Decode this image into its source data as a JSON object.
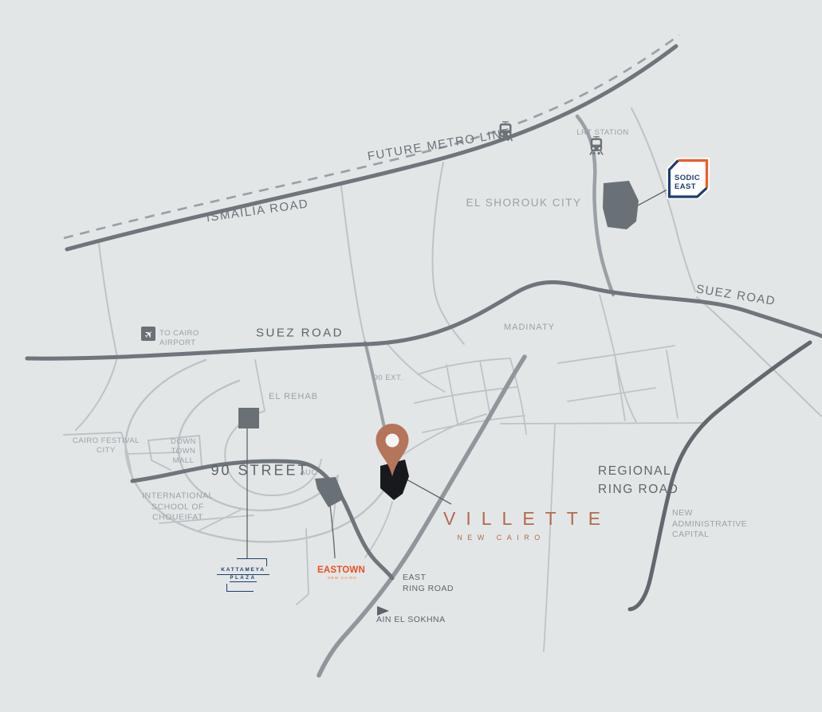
{
  "title": "Villette New Cairo location map",
  "colors": {
    "background": "#e3e6e7",
    "road_dark": "#6e757b",
    "road_medium": "#9aa1a6",
    "road_light": "#bdc3c6",
    "railway_dash": "#99a1a7",
    "regional_ring_road": "#61686e",
    "label_light": "#9aa1a7",
    "label_dark": "#5d646a",
    "brand_copper": "#b26a4f",
    "pin_copper": "#b5755b",
    "brand_navy": "#1e3e6e",
    "brand_orange": "#f15a24",
    "eastown_orange": "#e8511e",
    "site_gray": "#6a7176",
    "site_black": "#17191c"
  },
  "labels": {
    "future_metro_line": "FUTURE METRO LINE",
    "ismailia_road": "ISMAILIA ROAD",
    "lrt_station": "LRT STATION",
    "el_shorouk_city": "EL SHOROUK CITY",
    "suez_road_left": "SUEZ ROAD",
    "suez_road_right": "SUEZ ROAD",
    "madinaty": "MADINATY",
    "to_cairo_airport": "TO CAIRO\nAIRPORT",
    "el_rehab": "EL REHAB",
    "ninety_ext": "90 EXT.",
    "cairo_festival_city": "CAIRO FESTIVAL\nCITY",
    "down_town_mall": "DOWN\nTOWN\nMALL",
    "ninety_street": "90 STREET",
    "auc": "AUC",
    "choueifat": "INTERNATIONAL\nSCHOOL OF\nCHOUEIFAT",
    "regional_ring_road": "REGIONAL\nRING ROAD",
    "new_administrative_capital": "NEW\nADMINISTRATIVE\nCAPITAL",
    "east_ring_road": "EAST\nRING ROAD",
    "ain_el_sokhna": "AIN EL SOKHNA"
  },
  "logos": {
    "sodic_east": "SODIC\nEAST",
    "kattameya": {
      "line1": "KATTAMEYA",
      "line2": "PLAZA"
    },
    "eastown": {
      "name": "EASTOWN",
      "sub": "NEW CAIRO"
    },
    "villette": {
      "name": "VILLETTE",
      "sub": "NEW CAIRO"
    }
  },
  "icons": {
    "airplane": "✈",
    "train": "svg-train-glyph",
    "location_pin": "svg-pin-shape",
    "direction_arrow": "svg-right-triangle"
  }
}
